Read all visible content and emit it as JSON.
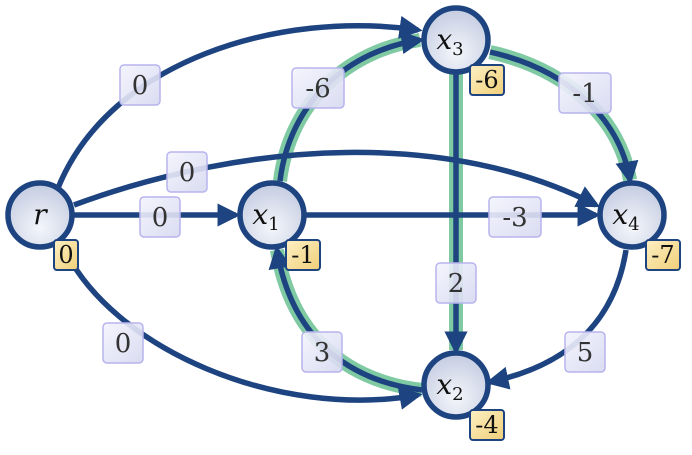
{
  "colors": {
    "edge": "#1d4480",
    "highlight": "#7fcaa3",
    "label_border": "#b8b4ee",
    "badge_fill": "#f6dd94",
    "badge_border": "#1d4480"
  },
  "nodes": [
    {
      "id": "r",
      "name": "r",
      "sub": "",
      "badge": "0"
    },
    {
      "id": "x1",
      "name": "x",
      "sub": "1",
      "badge": "-1"
    },
    {
      "id": "x3",
      "name": "x",
      "sub": "3",
      "badge": "-6"
    },
    {
      "id": "x4",
      "name": "x",
      "sub": "4",
      "badge": "-7"
    },
    {
      "id": "x2",
      "name": "x",
      "sub": "2",
      "badge": "-4"
    }
  ],
  "edges": [
    {
      "from": "r",
      "to": "x3",
      "weight": "0",
      "highlight": false
    },
    {
      "from": "r",
      "to": "x4",
      "weight": "0",
      "highlight": false
    },
    {
      "from": "r",
      "to": "x1",
      "weight": "0",
      "highlight": false
    },
    {
      "from": "r",
      "to": "x2",
      "weight": "0",
      "highlight": false
    },
    {
      "from": "x1",
      "to": "x3",
      "weight": "-6",
      "highlight": true
    },
    {
      "from": "x3",
      "to": "x4",
      "weight": "-1",
      "highlight": true
    },
    {
      "from": "x1",
      "to": "x4",
      "weight": "-3",
      "highlight": false
    },
    {
      "from": "x3",
      "to": "x2",
      "weight": "2",
      "highlight": true
    },
    {
      "from": "x4",
      "to": "x2",
      "weight": "5",
      "highlight": false
    },
    {
      "from": "x2",
      "to": "x1",
      "weight": "3",
      "highlight": true
    }
  ]
}
